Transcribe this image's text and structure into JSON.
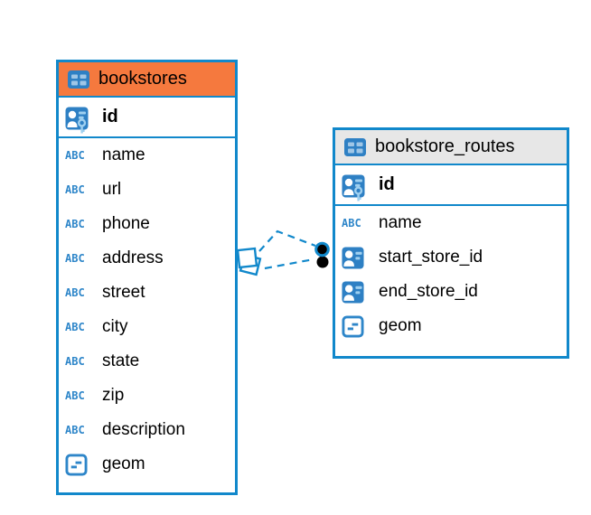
{
  "colors": {
    "accent_blue": "#1188cb",
    "icon_blue": "#2e80c4",
    "icon_light_blue": "#9fc6e6",
    "header_orange": "#f5793e",
    "header_gray": "#e7e7e7",
    "table_background": "#ffffff",
    "text": "#000000",
    "connector_dot": "#000000"
  },
  "icons": {
    "text_glyph": "ABC",
    "table_icon": "table-icon",
    "primary_key_icon": "primary-key-icon",
    "reference_icon": "reference-icon",
    "geometry_icon": "geometry-icon"
  },
  "tables": [
    {
      "name": "bookstores",
      "header_style": "orange",
      "columns": [
        {
          "name": "id",
          "icon": "primary-key-icon",
          "key": true
        },
        {
          "name": "name",
          "icon": "text-icon"
        },
        {
          "name": "url",
          "icon": "text-icon"
        },
        {
          "name": "phone",
          "icon": "text-icon"
        },
        {
          "name": "address",
          "icon": "text-icon"
        },
        {
          "name": "street",
          "icon": "text-icon"
        },
        {
          "name": "city",
          "icon": "text-icon"
        },
        {
          "name": "state",
          "icon": "text-icon"
        },
        {
          "name": "zip",
          "icon": "text-icon"
        },
        {
          "name": "description",
          "icon": "text-icon"
        },
        {
          "name": "geom",
          "icon": "geometry-icon"
        }
      ]
    },
    {
      "name": "bookstore_routes",
      "header_style": "gray",
      "columns": [
        {
          "name": "id",
          "icon": "primary-key-icon",
          "key": true
        },
        {
          "name": "name",
          "icon": "text-icon"
        },
        {
          "name": "start_store_id",
          "icon": "reference-icon"
        },
        {
          "name": "end_store_id",
          "icon": "reference-icon"
        },
        {
          "name": "geom",
          "icon": "geometry-icon"
        }
      ]
    }
  ],
  "connectors": {
    "line_count": 2,
    "line_style": "dashed",
    "line_color": "#1188cb",
    "source_marker": "overlapping-squares-marker",
    "target_marker": "overlapping-dots-marker"
  }
}
